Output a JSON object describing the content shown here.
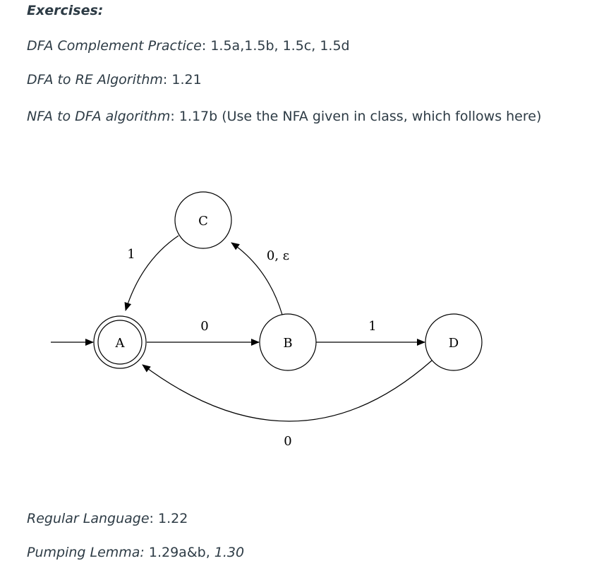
{
  "heading": "Exercises:",
  "lines": [
    {
      "topic": "DFA Complement Practice",
      "sep": ": ",
      "items": "1.5a,1.5b, 1.5c, 1.5d"
    },
    {
      "topic": "DFA to RE Algorithm",
      "sep": ": ",
      "items": "1.21"
    },
    {
      "topic": "NFA to DFA algorithm",
      "sep": ": ",
      "items": "1.17b (Use the NFA given in class, which follows here)"
    }
  ],
  "footer_lines": [
    {
      "topic": "Regular Language",
      "sep": ": ",
      "items": "1.22"
    },
    {
      "topic": "Pumping Lemma:",
      "items": " 1.29a&b, ",
      "extra": "1.30"
    }
  ],
  "diagram": {
    "states": {
      "A": "A",
      "B": "B",
      "C": "C",
      "D": "D"
    },
    "edges": {
      "A_B": "0",
      "B_D": "1",
      "B_C": "0, ε",
      "C_A": "1",
      "D_A": "0"
    }
  }
}
